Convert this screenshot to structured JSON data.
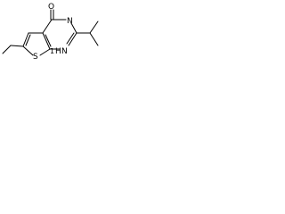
{
  "molecule": {
    "atoms": {
      "oxygen": "O",
      "sulfur": "S",
      "nitrogen_ring": "N",
      "nitrogen_h": "N",
      "hydrogen": "H",
      "hydrogen_count": "1"
    },
    "colors": {
      "bond": "#000000",
      "background": "#ffffff"
    }
  }
}
